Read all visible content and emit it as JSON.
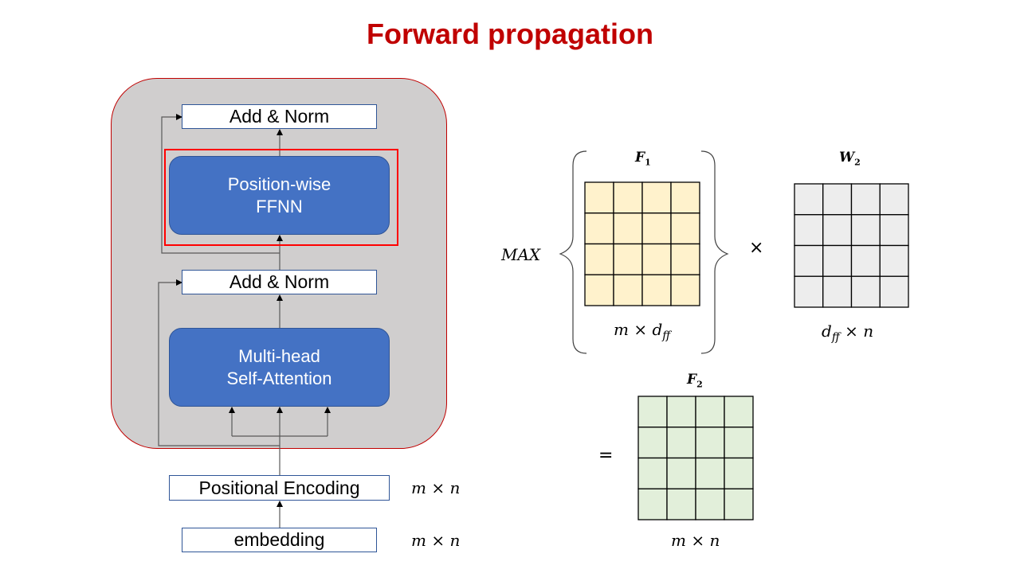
{
  "title": "Forward propagation",
  "encoder": {
    "add_norm_top": "Add & Norm",
    "ffnn_line1": "Position-wise",
    "ffnn_line2": "FFNN",
    "add_norm_bottom": "Add & Norm",
    "attention_line1": "Multi-head",
    "attention_line2": "Self-Attention",
    "positional_encoding": "Positional Encoding",
    "embedding": "embedding",
    "pe_dim": "m × n",
    "emb_dim": "m × n"
  },
  "matrices": {
    "max_label": "MAX",
    "f1": {
      "name": "F",
      "sub": "1",
      "dim": "m × d",
      "dim_sub": "ff",
      "rows": 4,
      "cols": 4,
      "color": "#fff2cc"
    },
    "times": "×",
    "w2": {
      "name": "W",
      "sub": "2",
      "dim": "d",
      "dim_sub": "ff",
      "dim_tail": " × n",
      "rows": 4,
      "cols": 4,
      "color": "#ededed"
    },
    "equals": "=",
    "f2": {
      "name": "F",
      "sub": "2",
      "dim": "m × n",
      "rows": 4,
      "cols": 4,
      "color": "#e2efda"
    }
  },
  "colors": {
    "title": "#c00000",
    "block_blue": "#4472c4",
    "encoder_bg": "#d0cece",
    "highlight": "#ff0000"
  }
}
